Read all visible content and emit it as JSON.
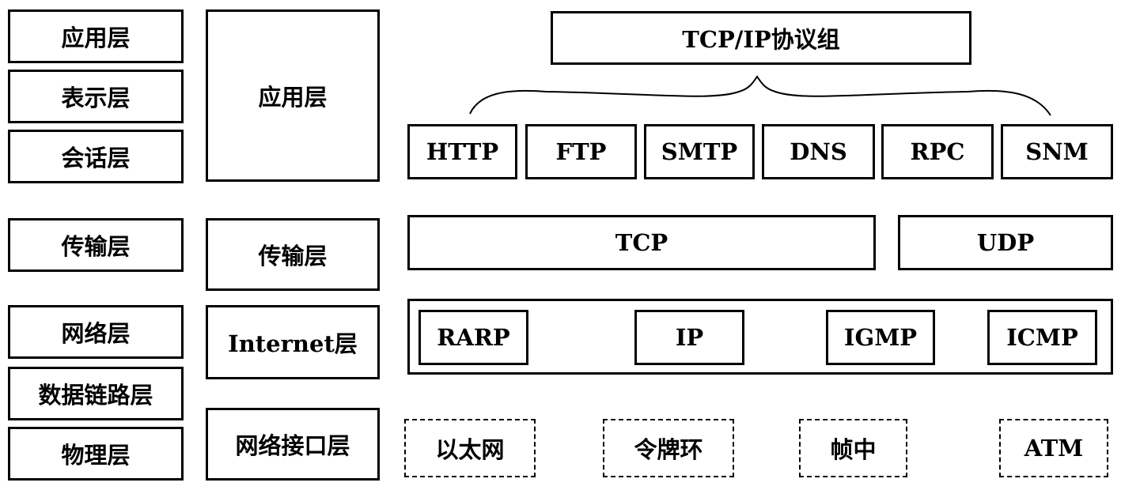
{
  "osi_layers": {
    "application": "应用层",
    "presentation": "表示层",
    "session": "会话层",
    "transport": "传输层",
    "network": "网络层",
    "data_link": "数据链路层",
    "physical": "物理层"
  },
  "tcpip_layers": {
    "application": "应用层",
    "transport": "传输层",
    "internet": "Internet层",
    "network_interface": "网络接口层"
  },
  "suite_title": "TCP/IP协议组",
  "application_protocols": [
    "HTTP",
    "FTP",
    "SMTP",
    "DNS",
    "RPC",
    "SNM"
  ],
  "transport_protocols": [
    "TCP",
    "UDP"
  ],
  "internet_protocols": [
    "RARP",
    "IP",
    "IGMP",
    "ICMP"
  ],
  "link_technologies": [
    "以太网",
    "令牌环",
    "帧中",
    "ATM"
  ]
}
